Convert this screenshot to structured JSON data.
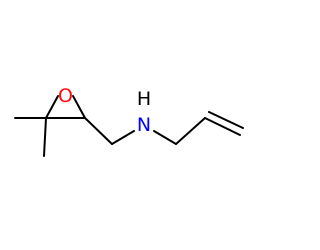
{
  "molecule": {
    "atoms": [
      {
        "label": "O",
        "color": "#ff0d0d"
      },
      {
        "label": "H",
        "color": "#000000"
      },
      {
        "label": "N",
        "color": "#0000ff"
      }
    ],
    "bond_color": "#000000",
    "background": "#ffffff"
  }
}
